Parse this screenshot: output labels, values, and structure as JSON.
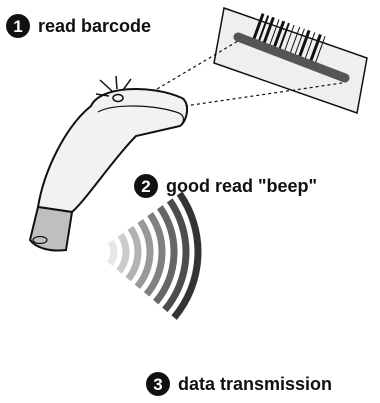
{
  "steps": [
    {
      "number": "1",
      "label": "read barcode"
    },
    {
      "number": "2",
      "label": "good read \"beep\""
    },
    {
      "number": "3",
      "label": "data transmission"
    }
  ],
  "colors": {
    "ink": "#111111",
    "scanner_body": "#f2f2f2",
    "scanner_nose": "#bfbfbf",
    "barcode_card": "#efefef",
    "scan_line": "#555555",
    "signal_arc_dark": "#333333",
    "signal_arc_light": "#e6e6e6"
  },
  "icons": {
    "scanner": "handheld-barcode-scanner",
    "barcode": "barcode",
    "signal": "wireless-signal-arcs"
  }
}
